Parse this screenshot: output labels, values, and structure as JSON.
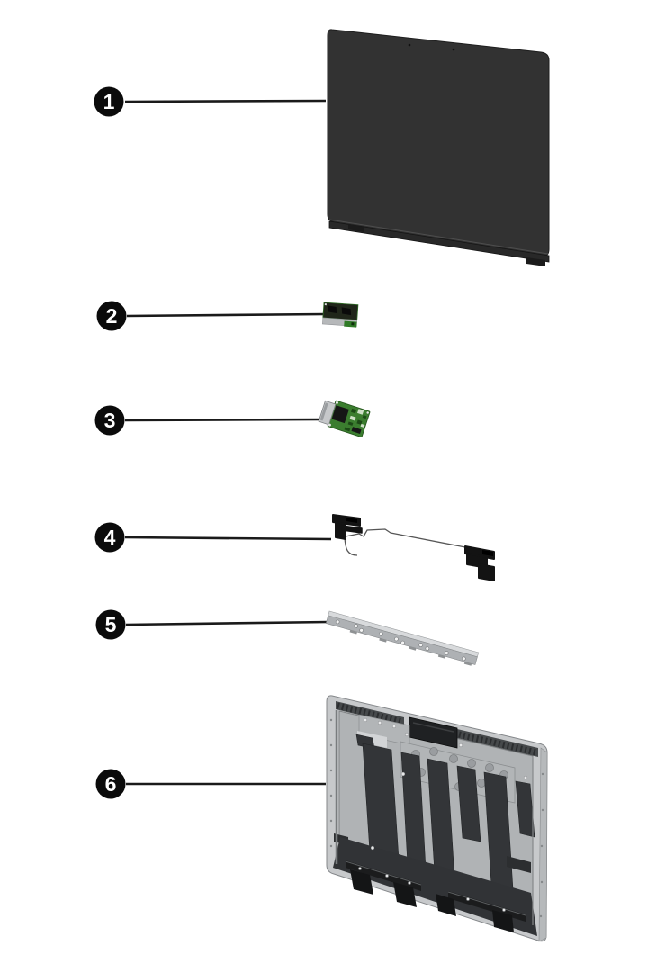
{
  "page": {
    "background": "#ffffff"
  },
  "diagram": {
    "type": "exploded-parts-diagram",
    "callouts": [
      {
        "number": "1"
      },
      {
        "number": "2"
      },
      {
        "number": "3"
      },
      {
        "number": "4"
      },
      {
        "number": "5"
      },
      {
        "number": "6"
      }
    ]
  },
  "colors": {
    "callout_fill": "#0b0b0b",
    "callout_text": "#ffffff",
    "leader_line": "#1a1a1a",
    "display_panel": "#323232",
    "panel_lip": "#282828",
    "panel_feet": "#1b1b1b",
    "cover_outer": "#c7c9cb",
    "cover_inner": "#b0b3b5",
    "antenna_strip": "#333538",
    "antenna_band": "#46494b",
    "bottom_dark": "#313336",
    "hinge_black": "#141516",
    "rail_black": "#1b1c1d",
    "metal_plate": "#b2b5b7",
    "bracket_face": "#aeb1b4",
    "bracket_top": "#d8dadc",
    "pcb_green": "#3b7d2f",
    "pcb_pad_light": "#cfe0c8",
    "pcb_pad_dark": "#1c4916",
    "chip_black": "#161616",
    "connector_silver": "#c6c8ca",
    "module_dark": "#20261a",
    "module_green": "#2f7a26",
    "module_gray": "#b6b8ba",
    "speaker_black": "#131313",
    "wire_gray": "#565656"
  }
}
